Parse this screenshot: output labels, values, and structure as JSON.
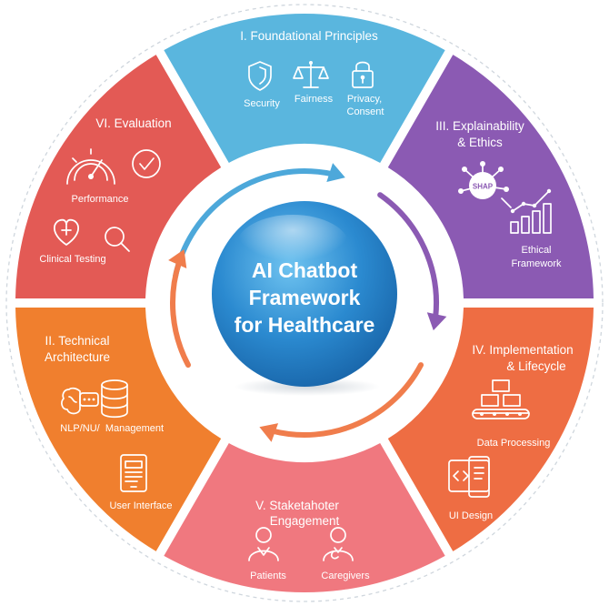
{
  "center": {
    "lines": [
      "AI Chatbot",
      "Framework",
      "for Healthcare"
    ]
  },
  "segments": [
    {
      "title_lines": [
        "I. Foundational Principles"
      ],
      "color": "#5AB6DE",
      "items": [
        "Security",
        "Fairness",
        "Privacy,",
        "Consent"
      ]
    },
    {
      "title_lines": [
        "III. Explainability",
        "& Ethics"
      ],
      "color": "#8B5AB3",
      "items": [
        "SHAP",
        "Ethical",
        "Framework"
      ]
    },
    {
      "title_lines": [
        "IV. Implementation",
        "& Lifecycle"
      ],
      "color": "#EE6D43",
      "items": [
        "Data Processing",
        "UI Design"
      ]
    },
    {
      "title_lines": [
        "V. Staketahoter",
        "Engagement"
      ],
      "color": "#F0787F",
      "items": [
        "Patients",
        "Caregivers"
      ]
    },
    {
      "title_lines": [
        "II. Technical",
        "Architecture"
      ],
      "color": "#F07F2E",
      "items": [
        "NLP/NU/",
        "Management",
        "User Interface"
      ]
    },
    {
      "title_lines": [
        "VI. Evaluation"
      ],
      "color": "#E35A55",
      "items": [
        "Performance",
        "Clinical Testing"
      ]
    }
  ],
  "arrows": {
    "blue": "#4DA8DA",
    "purple": "#8B5AB3",
    "orange": "#F07D4C"
  },
  "icons": {
    "seg0": [
      "shield-icon",
      "scales-icon",
      "lock-icon"
    ],
    "seg1": [
      "network-icon",
      "magnifier-icon",
      "bar-chart-icon"
    ],
    "seg2": [
      "conveyor-boxes-icon",
      "tablet-code-icon"
    ],
    "seg3": [
      "patient-icon",
      "caregiver-icon"
    ],
    "seg4": [
      "brain-chat-icon",
      "database-icon",
      "phone-icon"
    ],
    "seg5": [
      "gauge-icon",
      "check-circle-icon",
      "heart-medical-icon",
      "magnifier-icon"
    ]
  }
}
